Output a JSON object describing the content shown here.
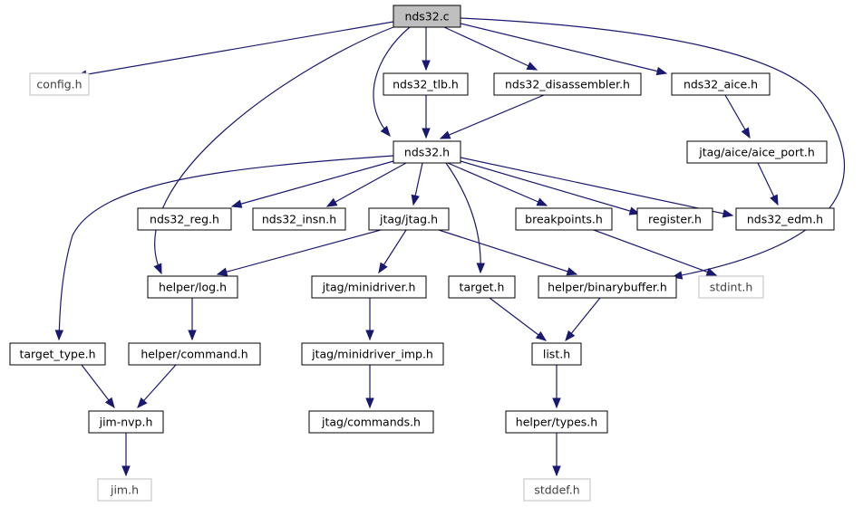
{
  "graph": {
    "colors": {
      "edge": "#191970",
      "root_fill": "#bfbfbf",
      "node_border": "#000000",
      "external_border": "#bfbfbf"
    },
    "nodes": {
      "nds32_c": {
        "label": "nds32.c",
        "kind": "root"
      },
      "config_h": {
        "label": "config.h",
        "kind": "external"
      },
      "nds32_tlb_h": {
        "label": "nds32_tlb.h",
        "kind": "normal"
      },
      "nds32_disassembler_h": {
        "label": "nds32_disassembler.h",
        "kind": "normal"
      },
      "nds32_aice_h": {
        "label": "nds32_aice.h",
        "kind": "normal"
      },
      "nds32_h": {
        "label": "nds32.h",
        "kind": "normal"
      },
      "jtag_aice_aice_port_h": {
        "label": "jtag/aice/aice_port.h",
        "kind": "normal"
      },
      "nds32_reg_h": {
        "label": "nds32_reg.h",
        "kind": "normal"
      },
      "nds32_insn_h": {
        "label": "nds32_insn.h",
        "kind": "normal"
      },
      "jtag_jtag_h": {
        "label": "jtag/jtag.h",
        "kind": "normal"
      },
      "breakpoints_h": {
        "label": "breakpoints.h",
        "kind": "normal"
      },
      "register_h": {
        "label": "register.h",
        "kind": "normal"
      },
      "nds32_edm_h": {
        "label": "nds32_edm.h",
        "kind": "normal"
      },
      "helper_log_h": {
        "label": "helper/log.h",
        "kind": "normal"
      },
      "jtag_minidriver_h": {
        "label": "jtag/minidriver.h",
        "kind": "normal"
      },
      "target_h": {
        "label": "target.h",
        "kind": "normal"
      },
      "helper_binarybuffer_h": {
        "label": "helper/binarybuffer.h",
        "kind": "normal"
      },
      "stdint_h": {
        "label": "stdint.h",
        "kind": "external"
      },
      "target_type_h": {
        "label": "target_type.h",
        "kind": "normal"
      },
      "helper_command_h": {
        "label": "helper/command.h",
        "kind": "normal"
      },
      "jtag_minidriver_imp_h": {
        "label": "jtag/minidriver_imp.h",
        "kind": "normal"
      },
      "list_h": {
        "label": "list.h",
        "kind": "normal"
      },
      "jim_nvp_h": {
        "label": "jim-nvp.h",
        "kind": "normal"
      },
      "jtag_commands_h": {
        "label": "jtag/commands.h",
        "kind": "normal"
      },
      "helper_types_h": {
        "label": "helper/types.h",
        "kind": "normal"
      },
      "jim_h": {
        "label": "jim.h",
        "kind": "external"
      },
      "stddef_h": {
        "label": "stddef.h",
        "kind": "external"
      }
    }
  }
}
